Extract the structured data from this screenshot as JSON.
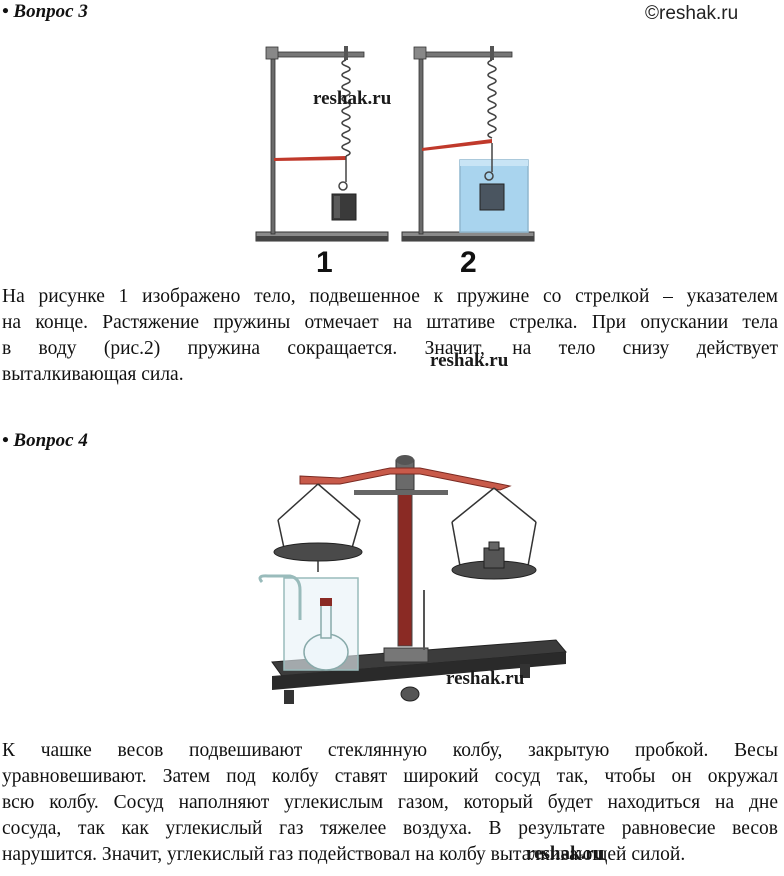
{
  "q3": {
    "heading": "• Вопрос 3",
    "fig_labels": [
      "1",
      "2"
    ],
    "text_lines": [
      "На рисунке 1 изображено тело, подвешенное к пружине со стрелкой – указателем",
      "на конце. Растяжение пружины отмечает на штативе стрелка. При опускании тела",
      "в воду (рис.2) пружина сокращается. Значит, на тело снизу действует",
      "выталкивающая сила."
    ]
  },
  "q4": {
    "heading": "• Вопрос 4",
    "text_lines": [
      "К чашке весов подвешивают стеклянную колбу, закрытую пробкой. Весы",
      "уравновешивают. Затем под колбу ставят широкий сосуд так, чтобы он окружал",
      "всю колбу. Сосуд наполняют углекислым газом, который будет находиться на дне",
      "сосуда, так как углекислый газ тяжелее воздуха. В результате равновесие весов",
      "нарушится. Значит, углекислый газ подействовал на колбу выталкивающей силой."
    ]
  },
  "copyright": "©reshak.ru",
  "watermark": "reshak.ru",
  "colors": {
    "pointer": "#c0392b",
    "water": "#a9d4ee",
    "stand": "#555555",
    "beam": "#c85a4a"
  }
}
